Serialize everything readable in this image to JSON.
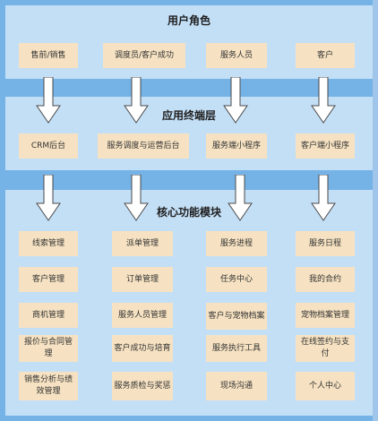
{
  "layers": {
    "user_roles": {
      "title": "用户角色",
      "boxes": [
        "售前/销售",
        "调度员/客户成功",
        "服务人员",
        "客户"
      ]
    },
    "app_terminals": {
      "title": "应用终端层",
      "boxes": [
        "CRM后台",
        "服务调度与运营后台",
        "服务端小程序",
        "客户端小程序"
      ]
    },
    "core_modules": {
      "title": "核心功能模块",
      "columns": [
        [
          "线索管理",
          "客户管理",
          "商机管理",
          "报价与合同管理",
          "销售分析与绩效管理"
        ],
        [
          "派单管理",
          "订单管理",
          "服务人员管理",
          "客户成功与培育",
          "服务质检与奖惩"
        ],
        [
          "服务进程",
          "任务中心",
          "客户与宠物档案",
          "服务执行工具",
          "现场沟通"
        ],
        [
          "服务日程",
          "我的合约",
          "宠物档案管理",
          "在线签约与支付",
          "个人中心"
        ]
      ]
    }
  },
  "colors": {
    "background": "#75b2e6",
    "layer": "#c3dff6",
    "box": "#f6e2c2",
    "arrow_fill": "#ffffff",
    "arrow_stroke": "#4a4a4a"
  }
}
